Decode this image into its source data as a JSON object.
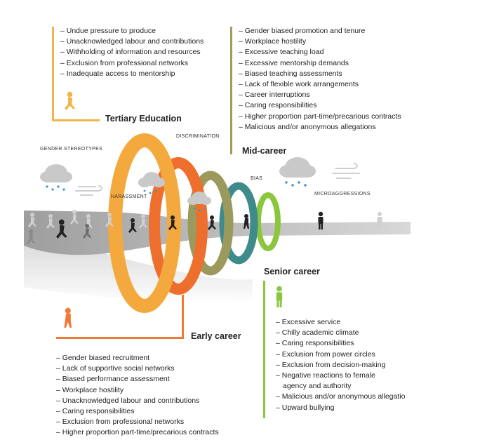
{
  "tertiary": {
    "title": "Tertiary Education",
    "items": [
      "– Undue pressure to produce",
      "– Unacknowledged labour and contributions",
      "– Withholding of information and resources",
      "– Exclusion from professional networks",
      "– Inadequate access to mentorship"
    ]
  },
  "mid_career": {
    "title": "Mid-career",
    "items": [
      "– Gender biased promotion and tenure",
      "– Workplace hostility",
      "– Excessive teaching load",
      "– Excessive mentorship demands",
      "– Biased teaching assessments",
      "– Lack of flexible work arrangements",
      "– Career interruptions",
      "– Caring responsibilities",
      "– Higher proportion part-time/precarious contracts",
      "– Malicious and/or anonymous allegations"
    ]
  },
  "early_career": {
    "title": "Early career",
    "items": [
      "– Gender biased recruitment",
      "– Lack of supportive social networks",
      "– Biased performance assessment",
      "– Workplace hostility",
      "– Unacknowledged labour and contributions",
      "– Caring responsibilities",
      "– Exclusion from professional networks",
      "– Higher proportion part-time/precarious contracts"
    ]
  },
  "senior_career": {
    "title": "Senior career",
    "items": [
      "– Excessive service",
      "– Chilly academic climate",
      "– Caring responsibilities",
      "– Exclusion from power circles",
      "– Exclusion from decision-making",
      "– Negative reactions to female",
      "agency and authority",
      "– Malicious and/or anonymous allegatio",
      "– Upward bullying"
    ]
  },
  "labels": {
    "gender_stereotypes": "GENDER STEREOTYPES",
    "discrimination": "DISCRIMINATION",
    "harassment": "HARASSMENT",
    "bias": "BIAS",
    "microaggressions": "MICROAGGRESSIONS"
  },
  "colors": {
    "tertiary": "#f0b54a",
    "mid_career": "#a39a5a",
    "early_career": "#ef7a37",
    "senior_career": "#8cc63f",
    "ring_orange_light": "#f4a93f",
    "ring_orange": "#ee6f2d",
    "ring_olive": "#9b9a5c",
    "ring_teal": "#3f8b8c",
    "ring_green": "#8cc63f",
    "road": "#bdbdbd",
    "cloud": "#c9c9c9",
    "rain": "#3d8fd6"
  },
  "icons": [
    "cloud-rain-icon",
    "wind-icon",
    "runner-icon",
    "walker-icon",
    "standing-person-icon"
  ]
}
